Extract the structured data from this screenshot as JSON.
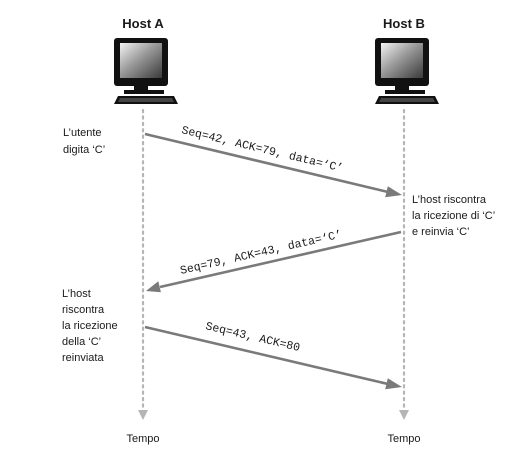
{
  "hosts": {
    "a": {
      "label": "Host A"
    },
    "b": {
      "label": "Host B"
    }
  },
  "notes": {
    "a_top": [
      "L’utente",
      "digita ‘C’"
    ],
    "b_mid": [
      "L’host riscontra",
      "la ricezione di ‘C’",
      "e reinvia ‘C’"
    ],
    "a_bottom": [
      "L’host",
      "riscontra",
      "la ricezione",
      "della ‘C’",
      "reinviata"
    ]
  },
  "messages": [
    {
      "label": "Seq=42, ACK=79, data=‘C’",
      "direction": "A→B"
    },
    {
      "label": "Seq=79, ACK=43, data=‘C’",
      "direction": "B→A"
    },
    {
      "label": "Seq=43, ACK=80",
      "direction": "A→B"
    }
  ],
  "time": {
    "a_label": "Tempo",
    "b_label": "Tempo"
  },
  "colors": {
    "arrow": "#7a7a7a",
    "timeline": "#b5b5b5",
    "text": "#1a1a1a"
  }
}
